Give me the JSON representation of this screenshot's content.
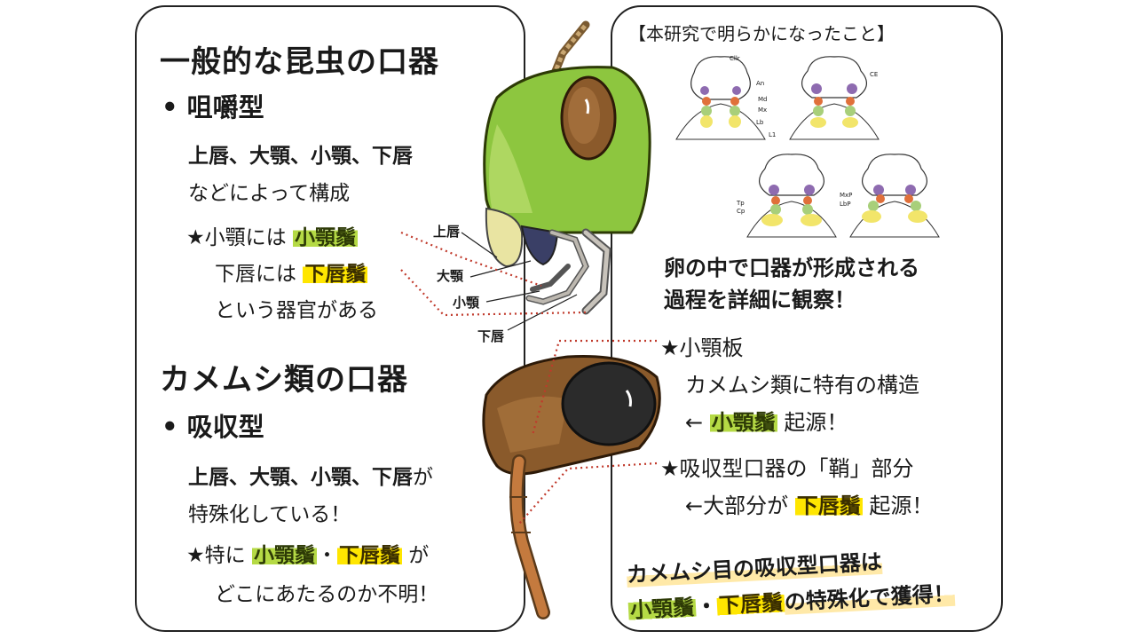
{
  "left": {
    "title1": "一般的な昆虫の口器",
    "type1": "• 咀嚼型",
    "line1": "上唇、大顎、小顎、下唇",
    "line2": "などによって構成",
    "star1_prefix": "★小顎には ",
    "star1_term": "小顎鬚",
    "star2_prefix": "下唇には ",
    "star2_term": "下唇鬚",
    "star3": "という器官がある",
    "title2": "カメムシ類の口器",
    "type2": "• 吸収型",
    "line3a": "上唇、大顎、小顎、下唇",
    "line3b": "が",
    "line4": "特殊化している！",
    "star4_prefix": "★特に ",
    "star4_term1": "小顎鬚",
    "star4_dot": "・",
    "star4_term2": "下唇鬚",
    "star4_suffix": " が",
    "line5": "どこにあたるのか不明！"
  },
  "labels": {
    "upper_lip": "上唇",
    "mandible": "大顎",
    "maxilla": "小顎",
    "lower_lip": "下唇"
  },
  "right": {
    "header": "【本研究で明らかになったこと】",
    "observe1": "卵の中で口器が形成される",
    "observe2": "過程を詳細に観察！",
    "star_a": "★小顎板",
    "a_line1": "カメムシ類に特有の構造",
    "a_line2_prefix": "← ",
    "a_term": "小顎鬚",
    "a_line2_suffix": " 起源！",
    "star_b": "★吸収型口器の「鞘」部分",
    "b_line_prefix": "←大部分が ",
    "b_term": "下唇鬚",
    "b_line_suffix": " 起源！",
    "concl1": "カメムシ目の吸収型口器は",
    "concl2_term1": "小顎鬚",
    "concl2_dot": "・",
    "concl2_term2": "下唇鬚",
    "concl2_suffix": "の特殊化で獲得！"
  },
  "embryo_labels": [
    "Cllr",
    "An",
    "Md",
    "Mx",
    "Lb",
    "L1",
    "CE",
    "Tp",
    "Cp",
    "MxP",
    "LbP"
  ],
  "colors": {
    "green_hl": "#b5da45",
    "yellow_hl": "#ffe600",
    "grasshopper": "#8dc63f",
    "bug": "#8a5a2b",
    "dotted": "#c0392b"
  }
}
